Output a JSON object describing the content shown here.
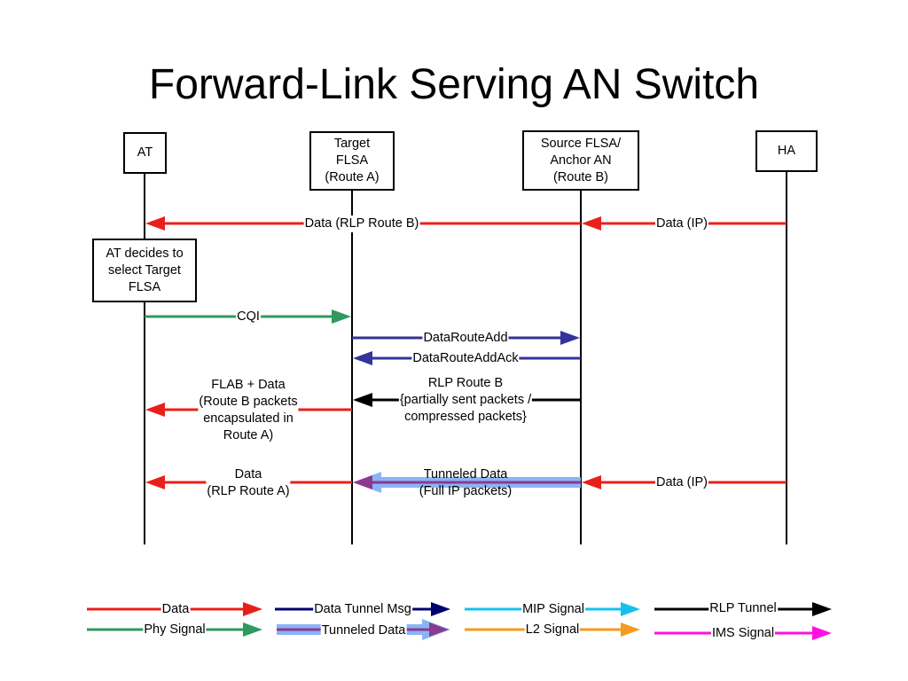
{
  "title": "Forward-Link Serving AN Switch",
  "entities": {
    "at": "AT",
    "target": "Target\nFLSA\n(Route A)",
    "source": "Source FLSA/\nAnchor AN\n(Route B)",
    "ha": "HA"
  },
  "note": "AT decides to\nselect Target\nFLSA",
  "messages": {
    "m1": "Data (RLP Route B)",
    "m2": "Data (IP)",
    "m3": "CQI",
    "m4": "DataRouteAdd",
    "m5": "DataRouteAddAck",
    "m6": "RLP Route B\n{partially sent packets /\ncompressed packets}",
    "m7": "FLAB + Data\n(Route B packets\nencapsulated in\nRoute A)",
    "m8": "Data\n(RLP Route A)",
    "m9": "Tunneled Data\n(Full IP packets)",
    "m10": "Data (IP)"
  },
  "legend": {
    "data": "Data",
    "data_tunnel_msg": "Data Tunnel Msg",
    "mip_signal": "MIP Signal",
    "rlp_tunnel": "RLP Tunnel",
    "phy_signal": "Phy Signal",
    "tunneled_data": "Tunneled Data",
    "l2_signal": "L2 Signal",
    "ims_signal": "IMS Signal"
  },
  "colors": {
    "data": "#e8201c",
    "phy": "#2e9a5e",
    "tunnel_msg": "#000070",
    "signal_blue": "#333399",
    "mip": "#16c0ee",
    "l2": "#f39c1f",
    "rlp": "#000000",
    "ims": "#ff10e0",
    "tunneled_outer": "#8ab4f8",
    "tunneled_inner": "#8b3a8e"
  }
}
